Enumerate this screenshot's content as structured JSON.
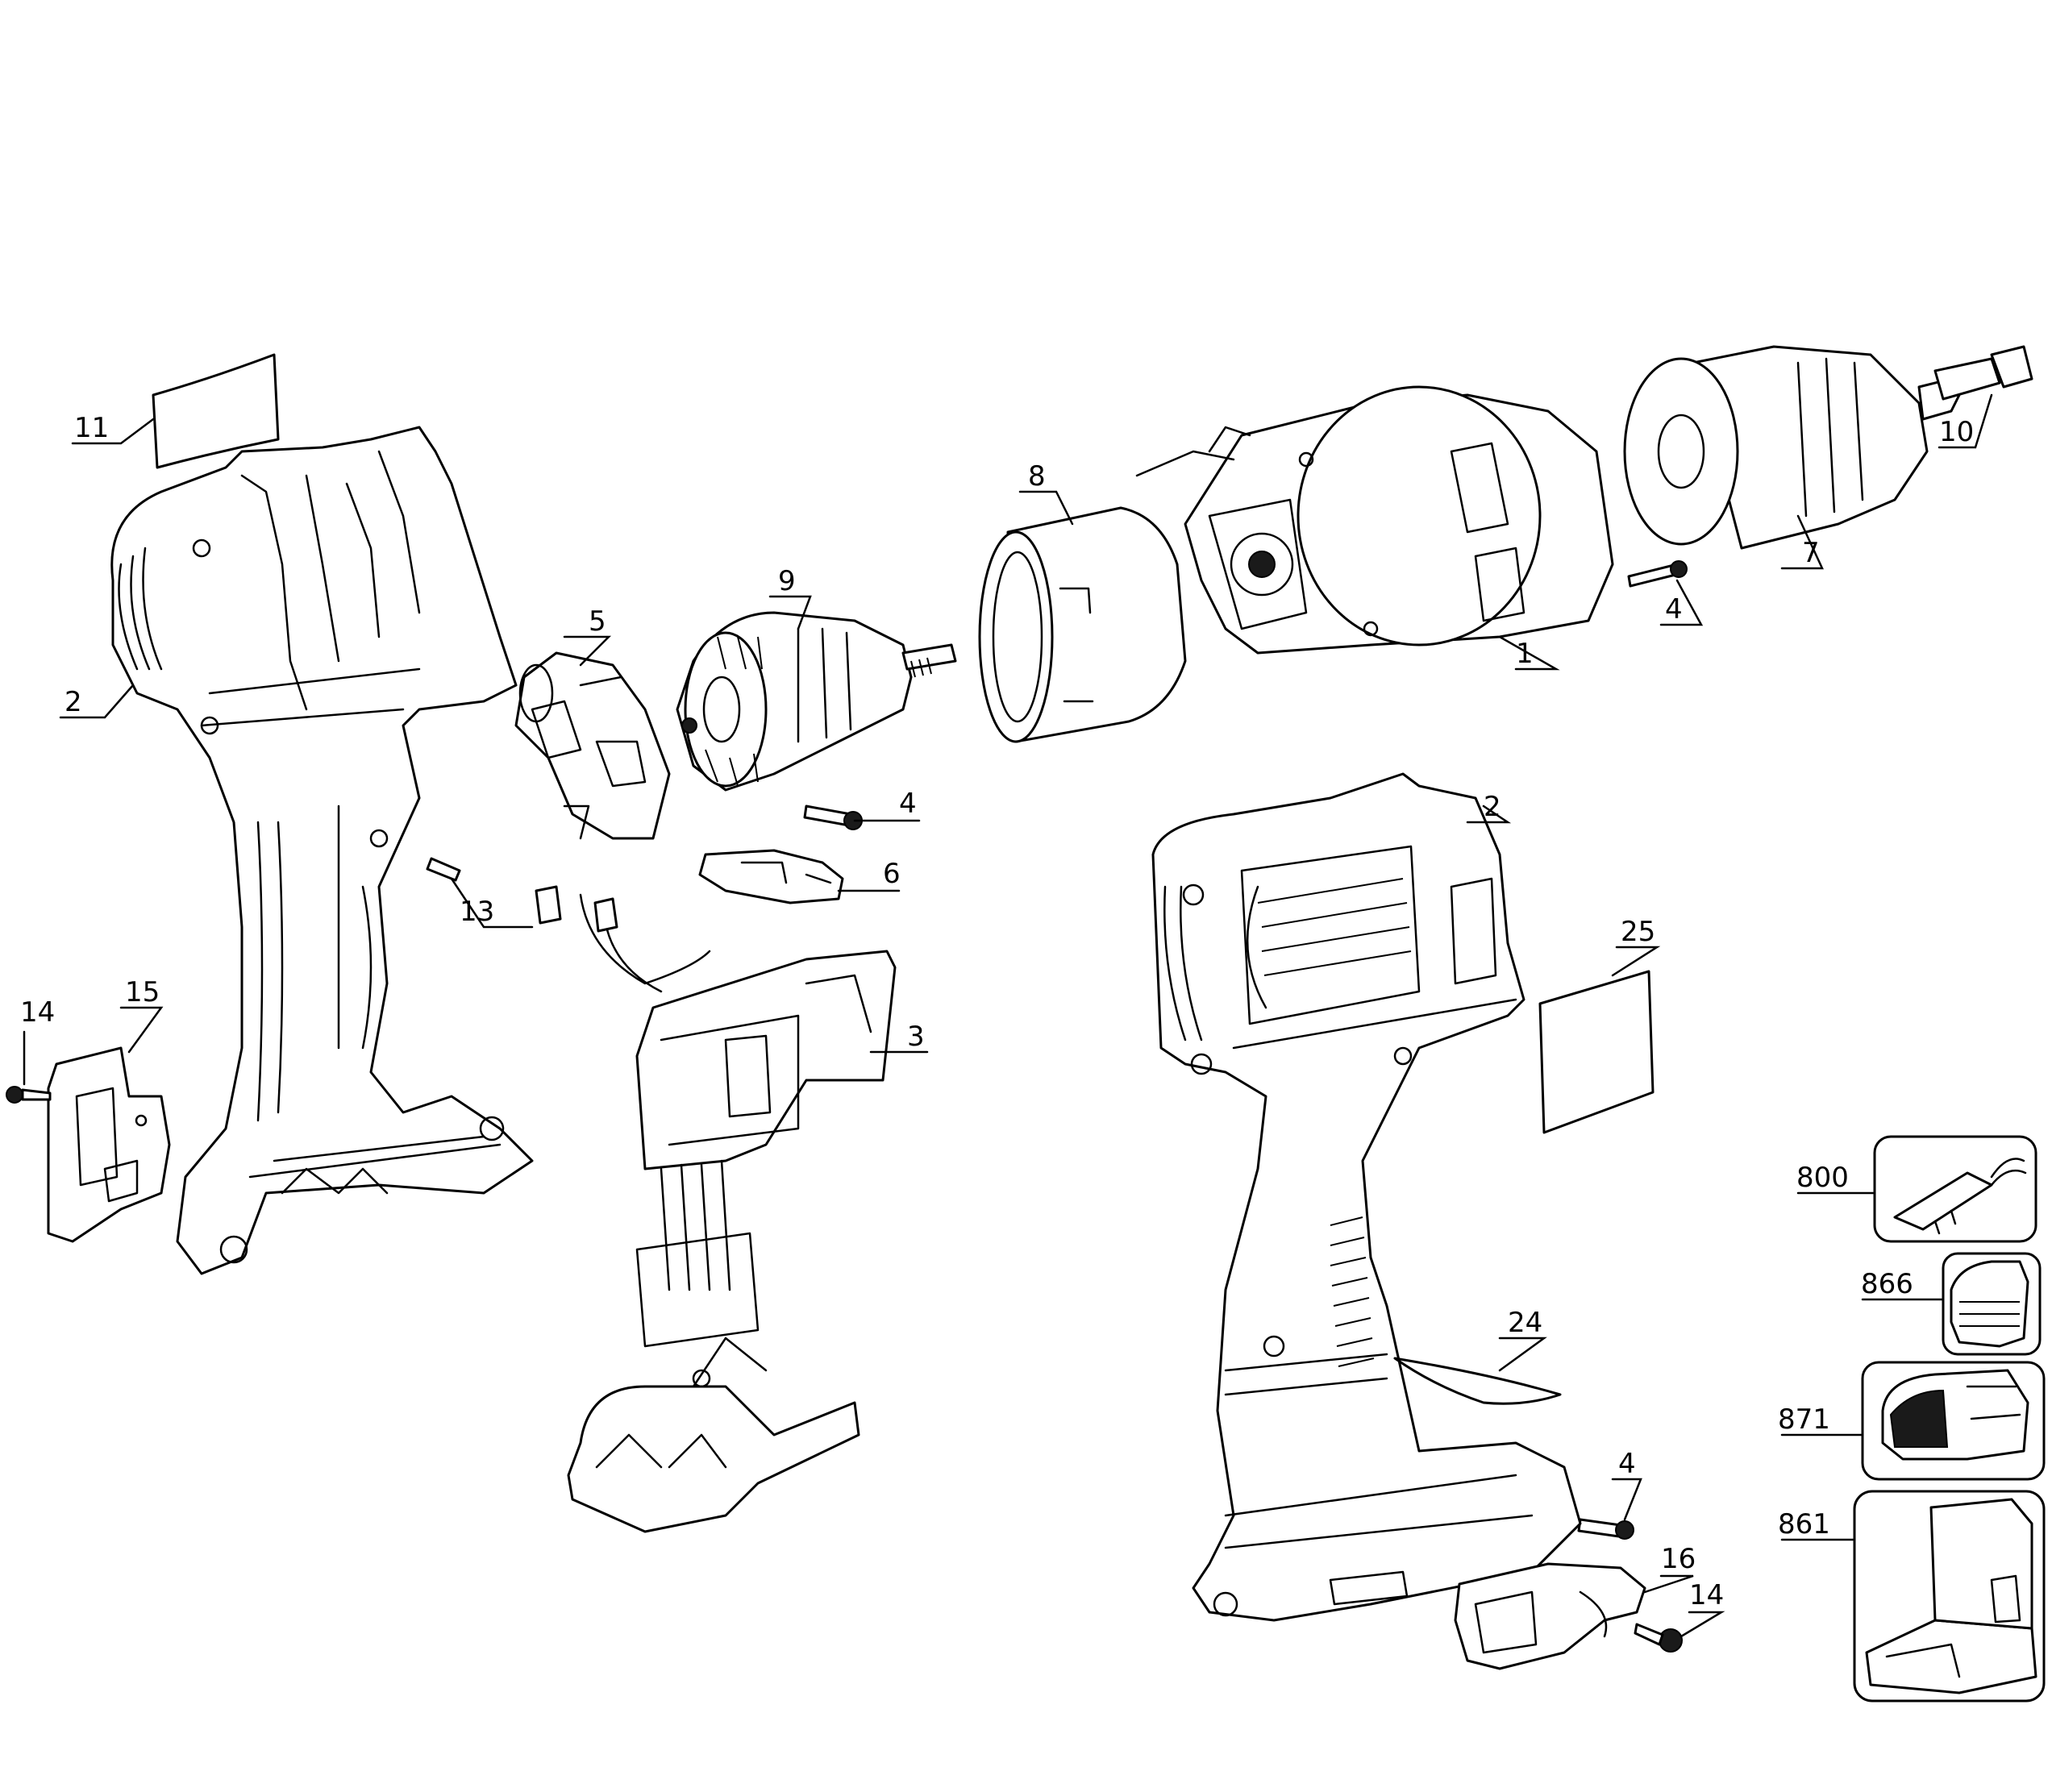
{
  "diagram": {
    "callouts": [
      {
        "id": "c11",
        "label": "11"
      },
      {
        "id": "c2a",
        "label": "2"
      },
      {
        "id": "c5",
        "label": "5"
      },
      {
        "id": "c9",
        "label": "9"
      },
      {
        "id": "c8",
        "label": "8"
      },
      {
        "id": "c1",
        "label": "1"
      },
      {
        "id": "c4a",
        "label": "4"
      },
      {
        "id": "c7",
        "label": "7"
      },
      {
        "id": "c10",
        "label": "10"
      },
      {
        "id": "c4b",
        "label": "4"
      },
      {
        "id": "c6",
        "label": "6"
      },
      {
        "id": "c13",
        "label": "13"
      },
      {
        "id": "c14a",
        "label": "14"
      },
      {
        "id": "c15",
        "label": "15"
      },
      {
        "id": "c3",
        "label": "3"
      },
      {
        "id": "c2b",
        "label": "2"
      },
      {
        "id": "c25",
        "label": "25"
      },
      {
        "id": "c24",
        "label": "24"
      },
      {
        "id": "c4c",
        "label": "4"
      },
      {
        "id": "c16",
        "label": "16"
      },
      {
        "id": "c14b",
        "label": "14"
      },
      {
        "id": "c800",
        "label": "800"
      },
      {
        "id": "c866",
        "label": "866"
      },
      {
        "id": "c871",
        "label": "871"
      },
      {
        "id": "c861",
        "label": "861"
      }
    ]
  }
}
